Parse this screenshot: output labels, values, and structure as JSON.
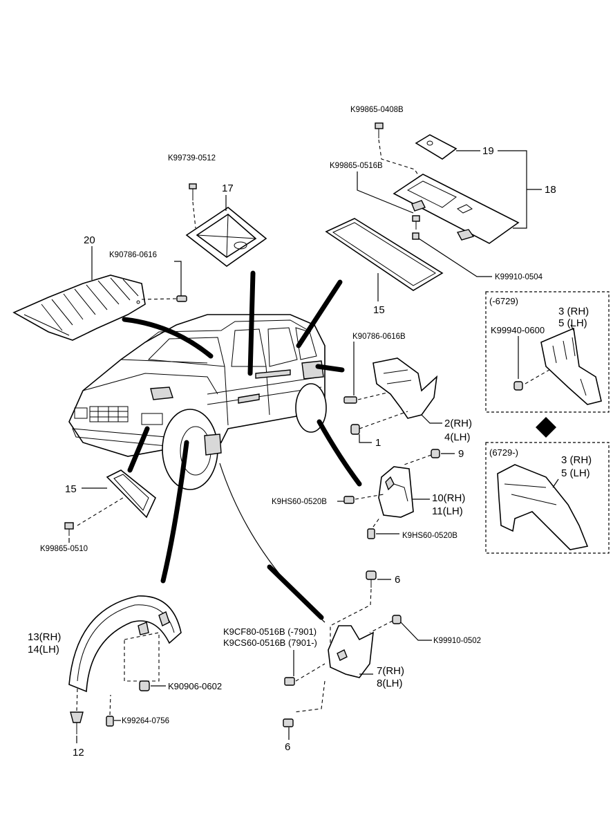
{
  "callouts": {
    "c20": "20",
    "c17": "17",
    "c19": "19",
    "c18": "18",
    "c15_top": "15",
    "c15_left": "15",
    "c1": "1",
    "c2_4": [
      "2(RH)",
      "4(LH)"
    ],
    "c9": "9",
    "c10_11": [
      "10(RH)",
      "11(LH)"
    ],
    "c6_top": "6",
    "c6_bottom": "6",
    "c7_8": [
      "7(RH)",
      "8(LH)"
    ],
    "c13_14": [
      "13(RH)",
      "14(LH)"
    ],
    "c12": "12",
    "inset_top_3_5": [
      "3 (RH)",
      "5 (LH)"
    ],
    "inset_bottom_3_5": [
      "3 (RH)",
      "5 (LH)"
    ]
  },
  "part_numbers": {
    "k99865_0408b": "K99865-0408B",
    "k99739_0512": "K99739-0512",
    "k99865_0516b": "K99865-0516B",
    "k90786_0616": "K90786-0616",
    "k99910_0504": "K99910-0504",
    "k90786_0616b": "K90786-0616B",
    "k99940_0600": "K99940-0600",
    "k9hs60_0520b_left": "K9HS60-0520B",
    "k9hs60_0520b_right": "K9HS60-0520B",
    "k99865_0510": "K99865-0510",
    "k9cf80": "K9CF80-0516B (-7901)",
    "k9cs60": "K9CS60-0516B (7901-)",
    "k99910_0502": "K99910-0502",
    "k90906_0602": "K90906-0602",
    "k99264_0756": "K99264-0756"
  },
  "insets": {
    "top_range": "(-6729)",
    "bottom_range": "(6729-)"
  }
}
